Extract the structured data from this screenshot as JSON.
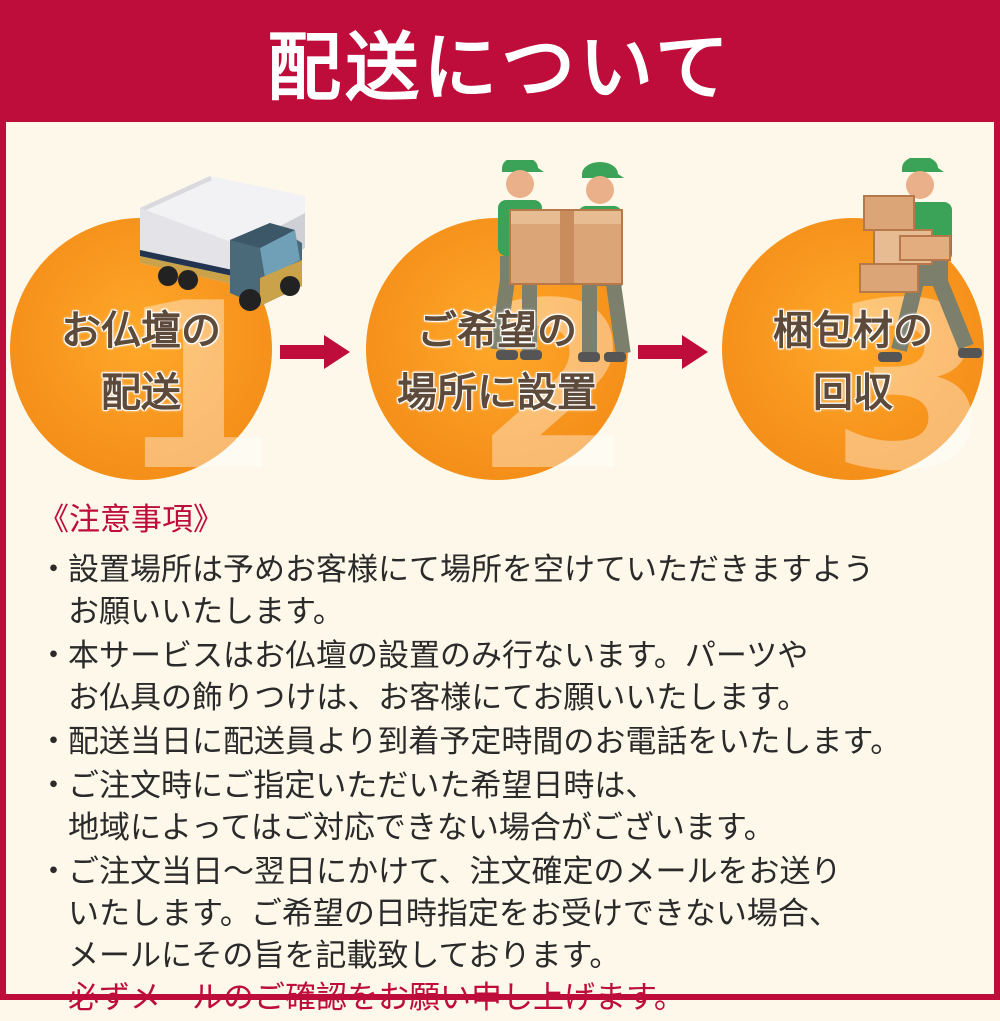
{
  "header": {
    "title": "配送について"
  },
  "steps": [
    {
      "label_line1": "お仏壇の",
      "label_line2": "配送",
      "number": "1"
    },
    {
      "label_line1": "ご希望の",
      "label_line2": "場所に設置",
      "number": "2"
    },
    {
      "label_line1": "梱包材の",
      "label_line2": "回収",
      "number": "3"
    }
  ],
  "notes": {
    "heading": "《注意事項》",
    "bullet": "・",
    "items": [
      {
        "lines": [
          "設置場所は予めお客様にて場所を空けていただきますよう",
          "お願いいたします。"
        ]
      },
      {
        "lines": [
          "本サービスはお仏壇の設置のみ行ないます。パーツや",
          "お仏具の飾りつけは、お客様にてお願いいたします。"
        ]
      },
      {
        "lines": [
          "配送当日に配送員より到着予定時間のお電話をいたします。"
        ]
      },
      {
        "lines": [
          "ご注文時にご指定いただいた希望日時は、",
          "地域によってはご対応できない場合がございます。"
        ]
      },
      {
        "lines": [
          "ご注文当日～翌日にかけて、注文確定のメールをお送り",
          "いたします。ご希望の日時指定をお受けできない場合、",
          "メールにその旨を記載致しております。"
        ],
        "emphasis": "必ずメールのご確認をお願い申し上げます。"
      }
    ]
  },
  "colors": {
    "accent": "#be0d3a",
    "circle": "#f7941d",
    "background": "#fdf8ea"
  }
}
